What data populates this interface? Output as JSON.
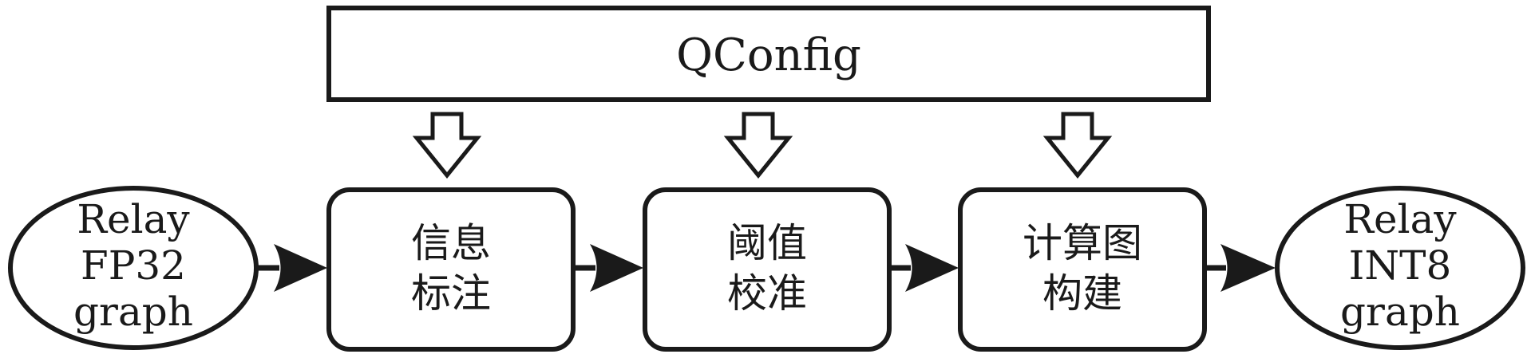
{
  "config": {
    "label": "QConfig"
  },
  "input_node": {
    "lines": [
      "Relay",
      "FP32",
      "graph"
    ]
  },
  "steps": [
    {
      "lines": [
        "信息",
        "标注"
      ]
    },
    {
      "lines": [
        "阈值",
        "校准"
      ]
    },
    {
      "lines": [
        "计算图",
        "构建"
      ]
    }
  ],
  "output_node": {
    "lines": [
      "Relay",
      "INT8",
      "graph"
    ]
  },
  "colors": {
    "stroke": "#1a1a1a",
    "fill": "#ffffff"
  }
}
